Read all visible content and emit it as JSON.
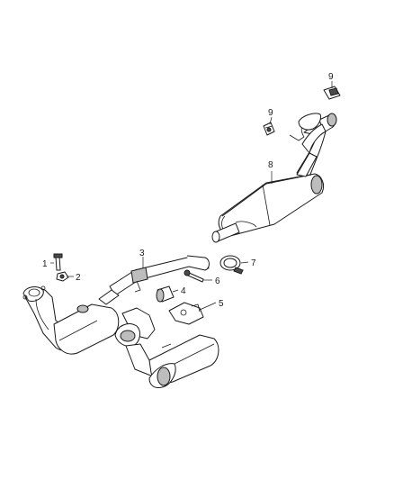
{
  "callouts": {
    "c1": "1",
    "c2": "2",
    "c3": "3",
    "c4": "4",
    "c5": "5",
    "c6": "6",
    "c7": "7",
    "c8": "8",
    "c9a": "9",
    "c9b": "9"
  },
  "icons": [
    "bolt-icon",
    "nut-icon",
    "clamp-icon",
    "hanger-icon",
    "bracket-icon",
    "isolator-icon"
  ]
}
